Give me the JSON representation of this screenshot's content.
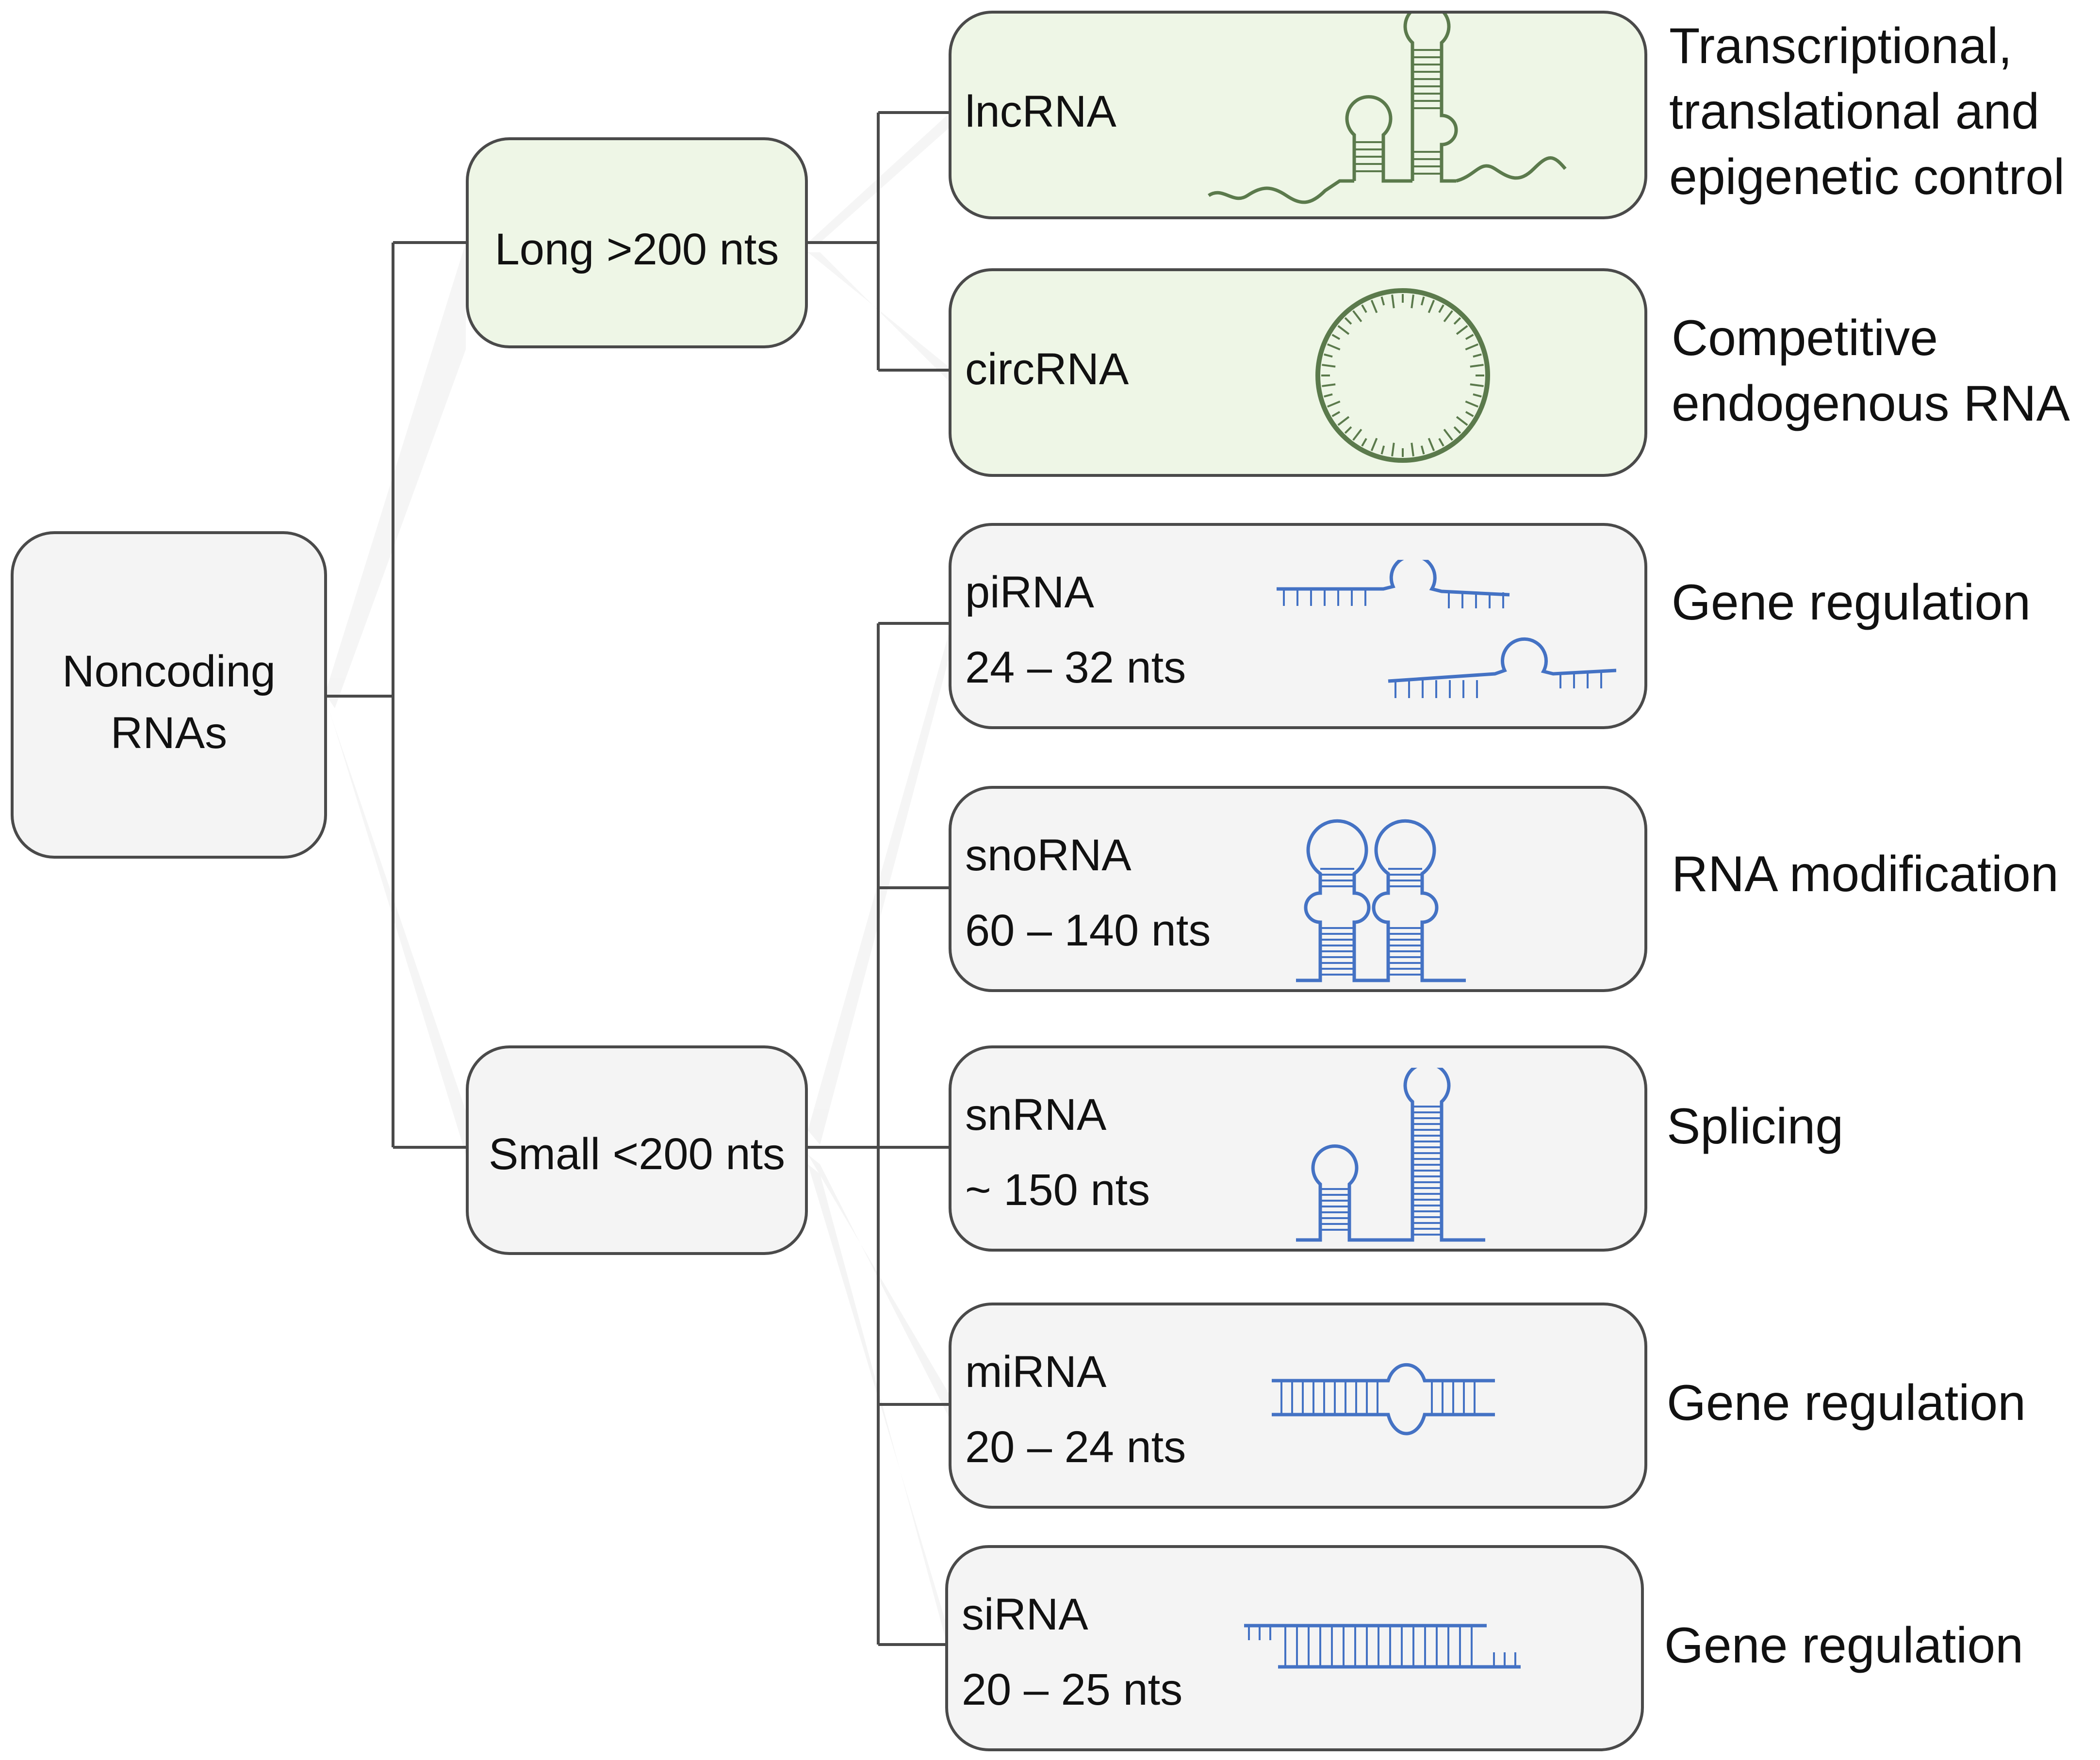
{
  "root": {
    "label_line1": "Noncoding",
    "label_line2": "RNAs"
  },
  "groups": {
    "long": {
      "label": "Long >200 nts"
    },
    "small": {
      "label": "Small <200 nts"
    }
  },
  "rnas": [
    {
      "name": "lncRNA",
      "size": "",
      "icon": "lncrna-hairpin-icon"
    },
    {
      "name": "circRNA",
      "size": "",
      "icon": "circrna-ring-icon"
    },
    {
      "name": "piRNA",
      "size": "24 – 32 nts",
      "icon": "pirna-strand-icon"
    },
    {
      "name": "snoRNA",
      "size": "60 – 140 nts",
      "icon": "snorna-double-hairpin-icon"
    },
    {
      "name": "snRNA",
      "size": "~ 150 nts",
      "icon": "snrna-hairpin-icon"
    },
    {
      "name": "miRNA",
      "size": "20 – 24 nts",
      "icon": "mirna-duplex-icon"
    },
    {
      "name": "siRNA",
      "size": "20 – 25 nts",
      "icon": "sirna-duplex-icon"
    }
  ],
  "functions": {
    "lncrna": {
      "line1": "Transcriptional,",
      "line2": "translational and",
      "line3": "epigenetic control"
    },
    "circrna": {
      "line1": "Competitive",
      "line2": "endogenous RNA"
    },
    "pirna": "Gene regulation",
    "snorna": "RNA modification",
    "snrna": "Splicing",
    "mirna": "Gene regulation",
    "sirna": "Gene regulation"
  },
  "colors": {
    "long_fill": "#eef6e6",
    "small_fill": "#f4f4f4",
    "green_icon": "#5b7a4c",
    "blue_icon": "#4472c4",
    "connector": "#4a4a4a"
  }
}
